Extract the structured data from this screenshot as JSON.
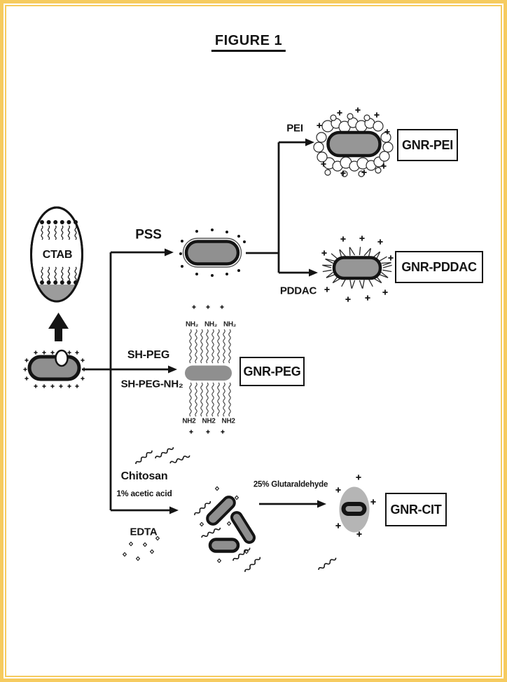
{
  "figure": {
    "title": "FIGURE 1"
  },
  "labels": {
    "ctab": "CTAB",
    "pss": "PSS",
    "pei": "PEI",
    "pddac": "PDDAC",
    "shpeg": "SH-PEG",
    "shpeg_nh2": "SH-PEG-NH₂",
    "chitosan": "Chitosan",
    "acetic_acid": "1% acetic acid",
    "edta": "EDTA",
    "glutaraldehyde": "25% Glutaraldehyde"
  },
  "products": {
    "pei": "GNR-PEI",
    "pddac": "GNR-PDDAC",
    "peg": "GNR-PEG",
    "cit": "GNR-CIT"
  },
  "peg_groups": {
    "top": [
      "NH₂",
      "NH₂",
      "NH₂"
    ],
    "bottom": [
      "NH2",
      "NH2",
      "NH2"
    ]
  },
  "colors": {
    "frame_gold": "#f6cb5f",
    "rod_gray": "#8f8f8f",
    "rod_gray_light": "#969696",
    "halo_gray": "#b5b5b5",
    "ink": "#141414"
  }
}
